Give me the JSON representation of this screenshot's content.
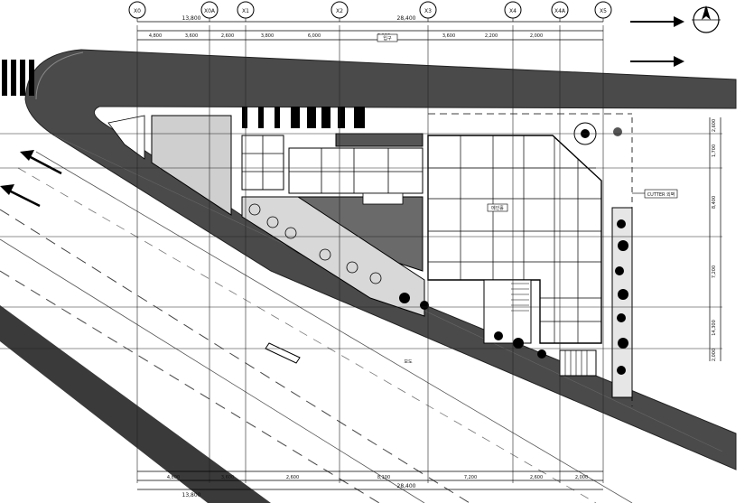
{
  "grid_axes": [
    {
      "id": "axis-x0",
      "label": "X0"
    },
    {
      "id": "axis-x0a",
      "label": "X0A"
    },
    {
      "id": "axis-x1",
      "label": "X1"
    },
    {
      "id": "axis-x2",
      "label": "X2"
    },
    {
      "id": "axis-x3",
      "label": "X3"
    },
    {
      "id": "axis-x4",
      "label": "X4"
    },
    {
      "id": "axis-x4a",
      "label": "X4A"
    },
    {
      "id": "axis-x5",
      "label": "X5"
    }
  ],
  "north_marker": "N",
  "top_dimensions": {
    "overall": "28,400",
    "left_group": "13,800",
    "segments": [
      "4,800",
      "3,600",
      "2,600",
      "3,800",
      "6,000",
      "8,100",
      "3,600",
      "2,200",
      "2,000"
    ]
  },
  "bottom_dimensions": {
    "overall": "28,400",
    "left_group": "13,800",
    "segments": [
      "4,800",
      "3,600",
      "2,600",
      "8,100",
      "7,200",
      "2,600",
      "2,000"
    ]
  },
  "right_dimensions": [
    "2,600",
    "1,700",
    "8,400",
    "7,200",
    "14,300",
    "2,000"
  ],
  "annotations": {
    "main_hall": "메인홀",
    "sub_label": "입구",
    "road_label": "보도",
    "side_label": "CUTTER 외벽"
  }
}
